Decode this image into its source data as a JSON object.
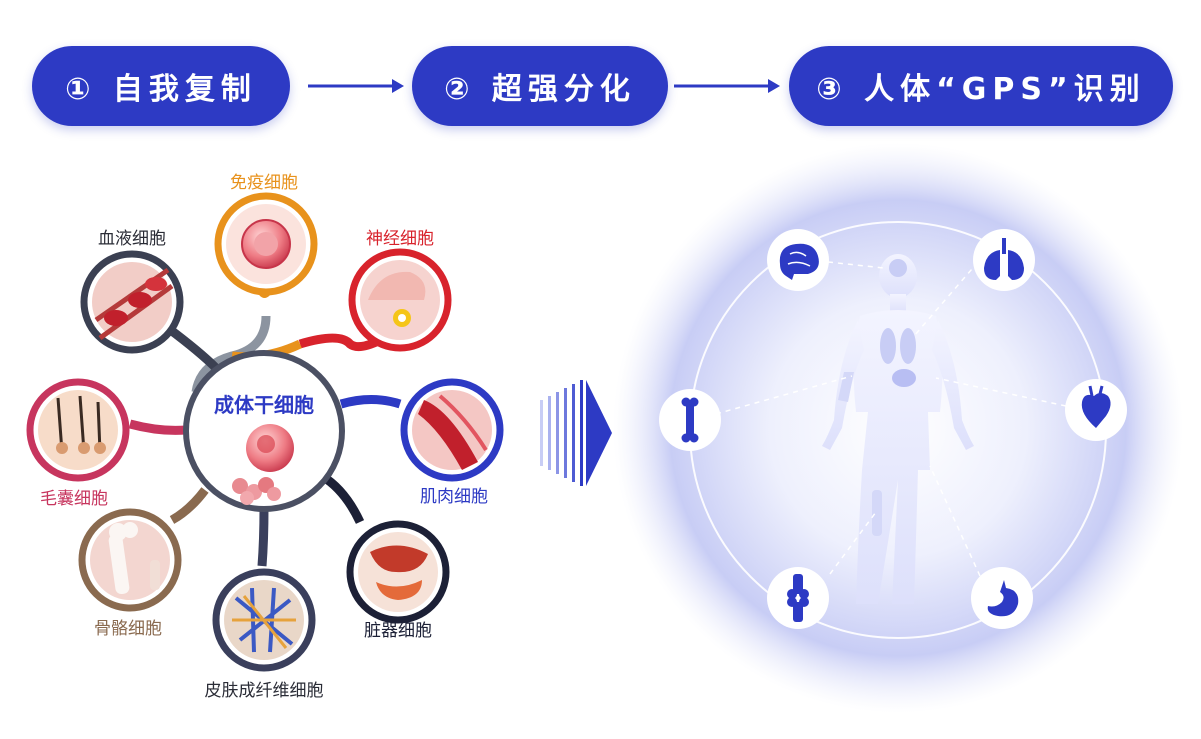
{
  "steps": [
    {
      "label": "① 自我复制"
    },
    {
      "label": "② 超强分化"
    },
    {
      "label": "③ 人体“GPS”识别"
    }
  ],
  "hub": {
    "label": "成体干细胞"
  },
  "cells": [
    {
      "label": "免疫细胞",
      "color": "#e8921c"
    },
    {
      "label": "神经细胞",
      "color": "#d8232c"
    },
    {
      "label": "肌肉细胞",
      "color": "#2d3ac4"
    },
    {
      "label": "脏器细胞",
      "color": "#1c2036"
    },
    {
      "label": "皮肤成纤维细胞",
      "color": "#3a3f5c"
    },
    {
      "label": "骨骼细胞",
      "color": "#8a6a4f"
    },
    {
      "label": "毛囊细胞",
      "color": "#c7355e"
    },
    {
      "label": "血液细胞",
      "color": "#3b4052"
    }
  ],
  "organs": [
    {
      "icon": "brain-icon"
    },
    {
      "icon": "lungs-icon"
    },
    {
      "icon": "heart-icon"
    },
    {
      "icon": "stomach-icon"
    },
    {
      "icon": "knee-joint-icon"
    },
    {
      "icon": "bone-icon"
    }
  ],
  "colors": {
    "primary": "#2d3ac4",
    "halo": "#c8cdf5"
  }
}
